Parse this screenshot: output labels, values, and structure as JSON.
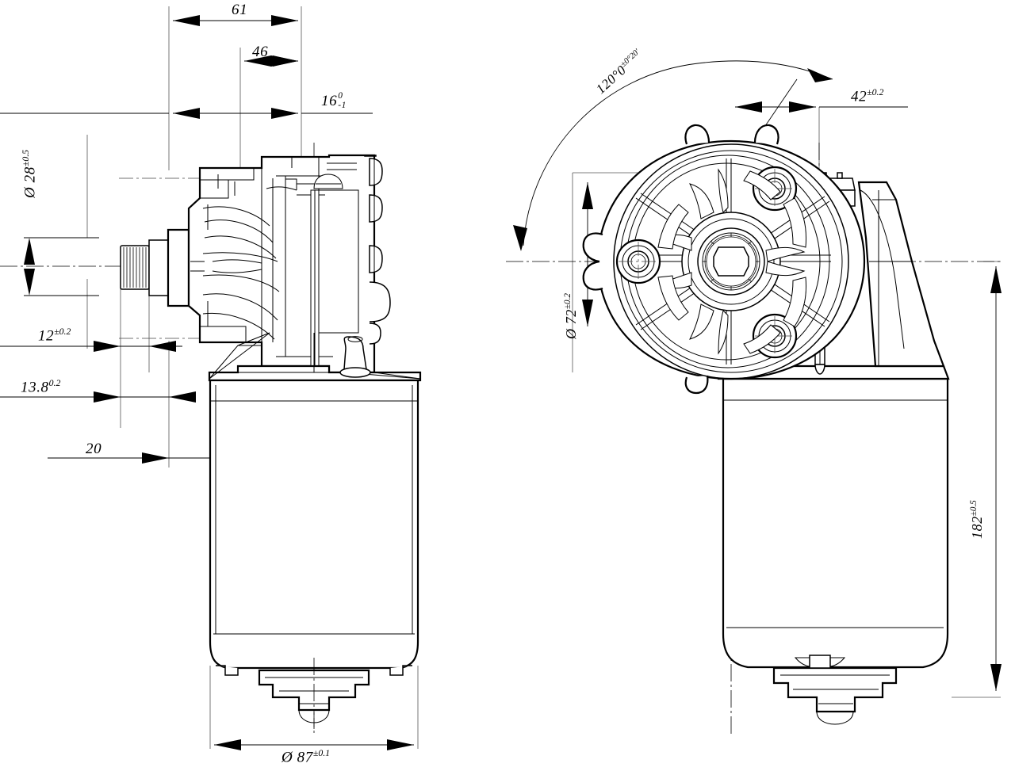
{
  "drawing": {
    "title": "Wiper gear motor dimensional drawing",
    "sheet_width": 1280,
    "sheet_height": 973,
    "line_color": "#000000",
    "background_color": "#ffffff",
    "views": [
      {
        "name": "side-view",
        "label": ""
      },
      {
        "name": "front-view",
        "label": ""
      }
    ]
  },
  "dimensions": {
    "length_61": {
      "value": "61",
      "name": "overall-gearbox-length"
    },
    "length_46": {
      "value": "46",
      "name": "gearbox-step-length"
    },
    "length_16": {
      "value": "16",
      "upper_tol": "0",
      "lower_tol": "-1",
      "name": "flange-thickness"
    },
    "dia_28": {
      "value": "Ø 28",
      "tol": "±0.5",
      "name": "output-shaft-boss-diameter"
    },
    "length_12": {
      "value": "12",
      "tol": "±0.2",
      "name": "shaft-spline-length"
    },
    "length_13_8": {
      "value": "13.8",
      "tol": "0.2",
      "name": "shaft-step-length"
    },
    "length_20": {
      "value": "20",
      "name": "mounting-offset"
    },
    "angle_120": {
      "value": "120°0",
      "tol": "±0°20′",
      "name": "bolt-circle-angle"
    },
    "length_42": {
      "value": "42",
      "tol": "±0.2",
      "name": "axis-to-bolt-distance"
    },
    "dia_72": {
      "value": "Ø 72",
      "tol": "±0.2",
      "name": "bolt-circle-diameter"
    },
    "length_182": {
      "value": "182",
      "tol": "±0.5",
      "name": "overall-height"
    },
    "dia_87": {
      "value": "Ø 87",
      "tol": "±0.1",
      "name": "motor-body-diameter"
    }
  }
}
